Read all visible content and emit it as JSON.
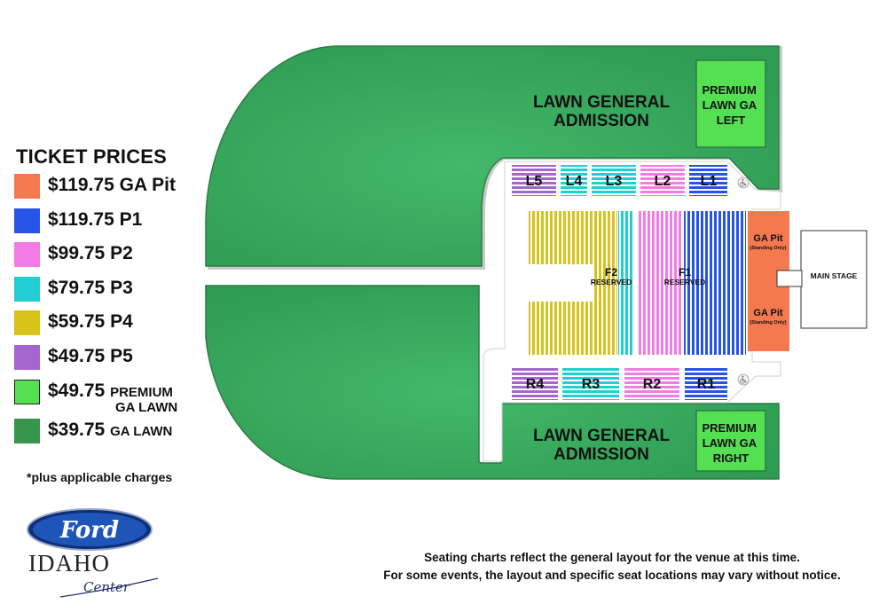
{
  "legend": {
    "title": "TICKET PRICES",
    "items": [
      {
        "price": "$119.75",
        "label": "GA Pit",
        "color": "#f4794f"
      },
      {
        "price": "$119.75",
        "label": "P1",
        "color": "#2753e6"
      },
      {
        "price": "$99.75",
        "label": "P2",
        "color": "#f27ce3"
      },
      {
        "price": "$79.75",
        "label": "P3",
        "color": "#22cdd3"
      },
      {
        "price": "$59.75",
        "label": "P4",
        "color": "#d7c31c"
      },
      {
        "price": "$49.75",
        "label": "P5",
        "color": "#a665ce"
      },
      {
        "price": "$49.75",
        "label_line1": "PREMIUM",
        "label_line2": "GA LAWN",
        "color": "#55e053"
      },
      {
        "price": "$39.75",
        "label": "GA LAWN",
        "color": "#37954c"
      }
    ]
  },
  "note": "*plus applicable charges",
  "logo": {
    "brand": "Ford",
    "venue": "IDAHO",
    "tagline": "Center"
  },
  "map": {
    "lawn_top": "LAWN GENERAL ADMISSION",
    "lawn_bottom": "LAWN GENERAL ADMISSION",
    "premium_left": [
      "PREMIUM",
      "LAWN GA",
      "LEFT"
    ],
    "premium_right": [
      "PREMIUM",
      "LAWN GA",
      "RIGHT"
    ],
    "upper_sections": [
      "L5",
      "L4",
      "L3",
      "L2",
      "L1"
    ],
    "lower_sections": [
      "R4",
      "R3",
      "R2",
      "R1"
    ],
    "floor": [
      {
        "name": "F2",
        "tag": "RESERVED"
      },
      {
        "name": "F1",
        "tag": "RESERVED"
      }
    ],
    "pit": {
      "name": "GA Pit",
      "sub": "(Standing Only)"
    },
    "stage": "MAIN STAGE",
    "accessible_icon": "wheelchair-icon"
  },
  "disclaimer": [
    "Seating charts reflect the general layout for the venue at this time.",
    "For some events, the layout and specific seat locations may vary without notice."
  ]
}
